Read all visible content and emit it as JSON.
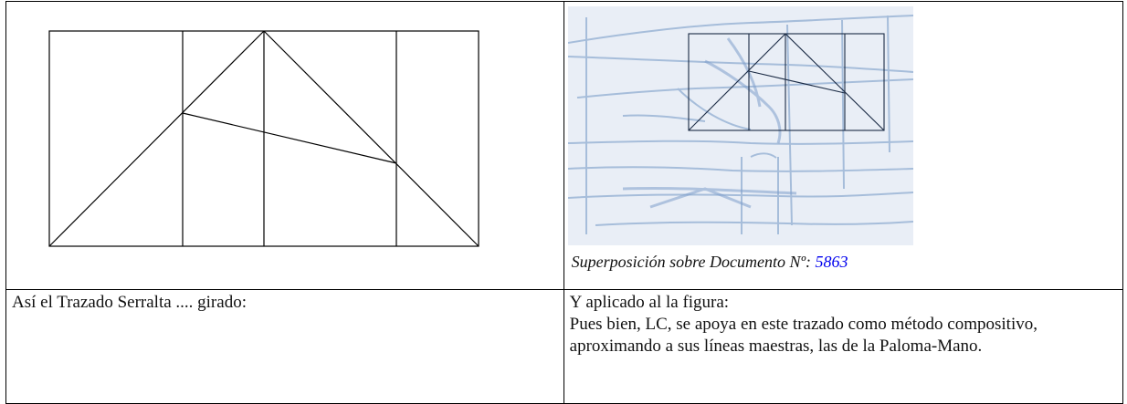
{
  "caption": {
    "label": "Superposición sobre Documento Nº: ",
    "doc_number": "5863"
  },
  "cells": {
    "bottom_left": "Así el Trazado Serralta .... girado:",
    "bottom_right_line1": "Y aplicado al la figura:",
    "bottom_right_body": "Pues bien, LC, se apoya en  este trazado como método compositivo, aproximando a sus líneas maestras, las de la Paloma-Mano."
  },
  "colors": {
    "sketch_blue": "#9fb8d8",
    "sketch_bg": "#e9eef6",
    "link": "#0000ee"
  }
}
